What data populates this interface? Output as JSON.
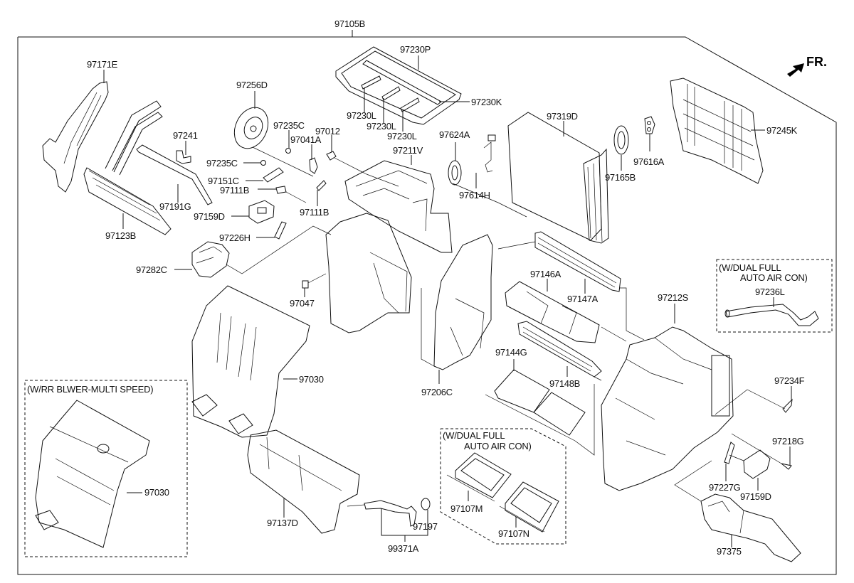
{
  "title_part": "97105B",
  "orientation": {
    "label": "FR.",
    "icon": "front-direction-arrow-icon"
  },
  "parts": {
    "p97171E": "97171E",
    "p97256D": "97256D",
    "p97241": "97241",
    "p97235C_a": "97235C",
    "p97235C_b": "97235C",
    "p97041A": "97041A",
    "p97012": "97012",
    "p97151C": "97151C",
    "p97111B_a": "97111B",
    "p97111B_b": "97111B",
    "p97191G": "97191G",
    "p97123B": "97123B",
    "p97159D_a": "97159D",
    "p97226H": "97226H",
    "p97282C": "97282C",
    "p97047": "97047",
    "p97230P": "97230P",
    "p97230K": "97230K",
    "p97230L_a": "97230L",
    "p97230L_b": "97230L",
    "p97230L_c": "97230L",
    "p97211V": "97211V",
    "p97624A": "97624A",
    "p97614H": "97614H",
    "p97319D": "97319D",
    "p97165B": "97165B",
    "p97616A": "97616A",
    "p97245K": "97245K",
    "p97146A": "97146A",
    "p97147A": "97147A",
    "p97212S": "97212S",
    "p97144G": "97144G",
    "p97148B": "97148B",
    "p97206C": "97206C",
    "p97030_a": "97030",
    "p97030_b": "97030",
    "p97137D": "97137D",
    "p97197": "97197",
    "p99371A": "99371A",
    "p97107M": "97107M",
    "p97107N": "97107N",
    "p97234F": "97234F",
    "p97218G": "97218G",
    "p97227G": "97227G",
    "p97159D_b": "97159D",
    "p97375": "97375",
    "p97236L": "97236L"
  },
  "option_boxes": {
    "rr_blower": {
      "line1": "(W/RR BLWER-MULTI SPEED)"
    },
    "dual_auto_right": {
      "line1": "(W/DUAL FULL",
      "line2": "AUTO AIR CON)"
    },
    "dual_auto_center": {
      "line1": "(W/DUAL FULL",
      "line2": "AUTO AIR CON)"
    }
  }
}
